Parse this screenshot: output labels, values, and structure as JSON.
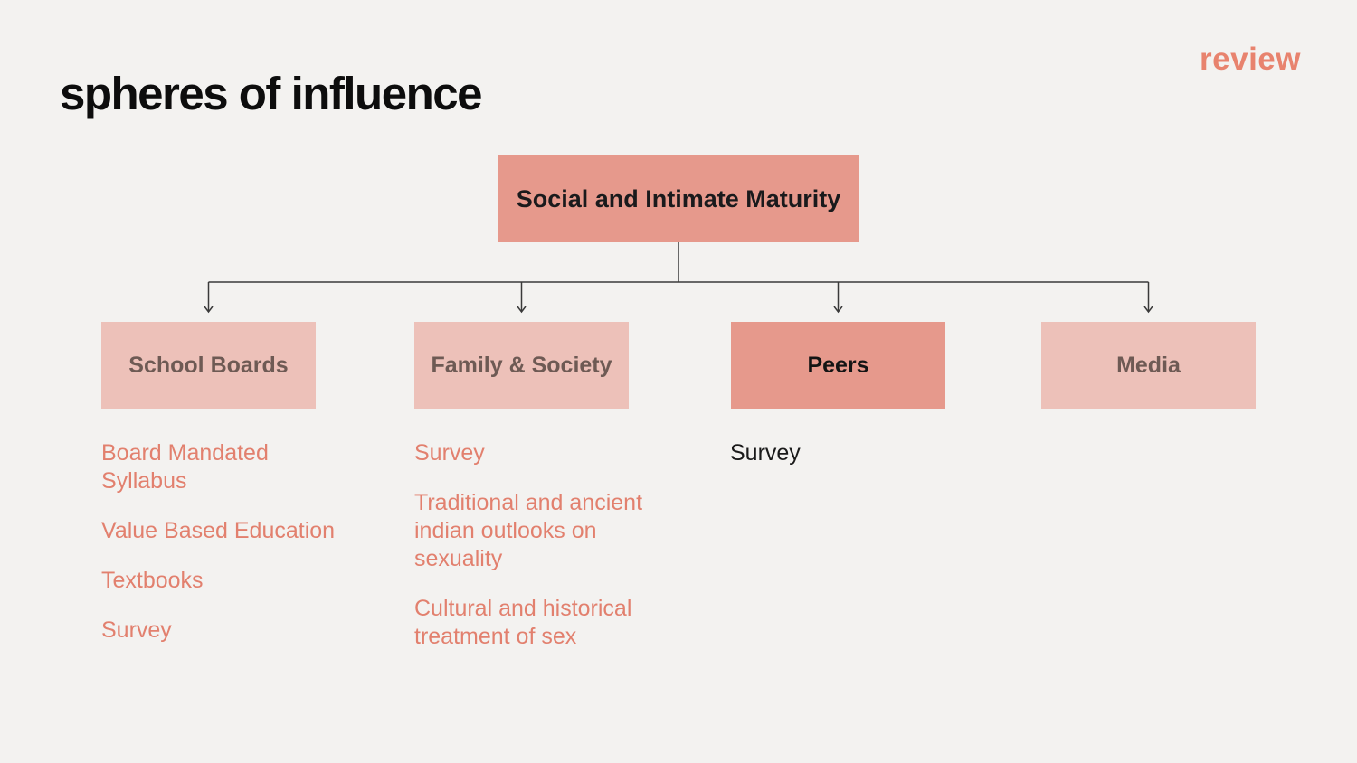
{
  "slide": {
    "title": "spheres of influence",
    "review_label": "review"
  },
  "diagram": {
    "type": "tree",
    "root": {
      "label": "Social and Intimate Maturity"
    },
    "branches": [
      {
        "label": "School Boards",
        "emphasis": "light",
        "items": [
          "Board Mandated\nSyllabus",
          "Value Based Education",
          "Textbooks",
          "Survey"
        ]
      },
      {
        "label": "Family & Society",
        "emphasis": "light",
        "items": [
          "Survey",
          "Traditional and ancient\nindian outlooks on\nsexuality",
          "Cultural and historical\ntreatment of sex"
        ]
      },
      {
        "label": "Peers",
        "emphasis": "dark",
        "items": [
          "Survey"
        ]
      },
      {
        "label": "Media",
        "emphasis": "light",
        "items": []
      }
    ]
  },
  "colors": {
    "background": "#F3F2F0",
    "node_dark_salmon": "#E6998C",
    "node_light_pink": "#EDC1B9",
    "list_coral_text": "#E2806E",
    "review_coral": "#E8836E",
    "node_label_brown": "#6E5A54",
    "black_text": "#1A1A1A",
    "connector_line": "#3A3A3A"
  }
}
